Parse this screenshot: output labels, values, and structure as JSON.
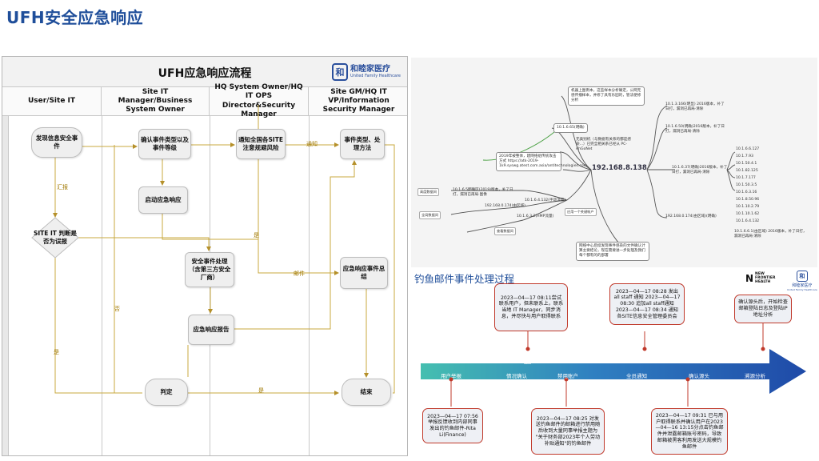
{
  "page": {
    "title": "UFH安全应急响应"
  },
  "flow": {
    "title": "UFH应急响应流程",
    "logo": {
      "mark": "和",
      "cn": "和睦家医疗",
      "en": "United Family Healthcare"
    },
    "lanes": [
      "User/Site IT",
      "Site IT Manager/Business System Owner",
      "HQ System Owner/HQ IT OPS Director&Security Manager",
      "Site GM/HQ IT VP/Information Security Manager"
    ],
    "nodes": {
      "discover": "发现信息安全事件",
      "classify": "确认事件类型以及事件等级",
      "notify": "通知全国各SITE注意规避风险",
      "type_handle": "事件类型、处理方法",
      "start": "启动应急响应",
      "decide": "SITE IT 判断是否为误报",
      "handle": "安全事件处理（含第三方安全厂商）",
      "summary": "应急响应事件总结",
      "report": "应急响应报告",
      "judge": "判定",
      "end": "结束"
    },
    "labels": {
      "report_up": "汇报",
      "notify_edge": "通知",
      "yes1": "是",
      "email": "邮件",
      "no": "否",
      "yes2": "是",
      "yes3": "是"
    }
  },
  "mindmap": {
    "center": "192.168.8.138",
    "top_note": "机器上图例本，这些样本分析确定，公网无感传播样本，并修了具有乐园的，管法便修分析",
    "left_nodes": [
      "10.1.6.65(明确)",
      "无类别机（与数据有关系的都是感染...）已完全相关系已经从 PC-AhGoNet",
      "2019年被整体，建网络组传统攻击方式 https://atk-2019-1k9.syswg.atest.com.asia/antitechnologies.com"
    ],
    "mid_left": [
      "高度数据间",
      "全局数据间",
      "查看数据间"
    ],
    "mid_left_links": [
      "10.1.6.5明确区(2019)版本，补了日打，漏洞已再局·图像",
      "10.1.6.4.132(手动流量)",
      "192.168.0.174(由区域)",
      "10.1.6.3.2(HMP流量)"
    ],
    "branch_label": "应用一个关键帐户",
    "right_groups": [
      {
        "head": "10.1.3.166(明显) 2016版本，补了日打，漏洞已再局·清除"
      },
      {
        "head": "10.1.6.50(明确)2016版本，补了日打，漏洞已再局·清除"
      },
      {
        "head": "10.1.6.37(明确)2016版本，补了日打，漏洞已再局·清除"
      },
      {
        "head": "192.168.0.174(由区域)(明确)"
      }
    ],
    "ip_list": [
      "10.1.6.6.127",
      "10.1.7.93",
      "10.1.50.4.1",
      "10.1.82.125",
      "10.1.7.177",
      "10.1.50.3.5",
      "10.1.6.3.16",
      "10.1.8.50.96",
      "10.1.10.2.79",
      "10.1.10.1.62",
      "10.1.6.4.132"
    ],
    "bottom_right": "10.1.6.6.1(由区域) 2016版本，补了日打，漏洞已再局·清除",
    "bottom_note": "网络中心后续发现事件感染的文件确认计算主要结论，现在需要进一步处理及我们每个都有的的部署"
  },
  "timeline": {
    "title": "钓鱼邮件事件处理过程",
    "brand1": {
      "mark": "N",
      "line1": "NEW",
      "line2": "FRONTIER",
      "line3": "HEALTH"
    },
    "brand2": {
      "mark": "和",
      "cn": "和睦家医疗",
      "en": "United Family Healthcare"
    },
    "steps": [
      "用户举报",
      "情况确认",
      "禁用账户",
      "全员通知",
      "确认源头",
      "溯源分析"
    ],
    "notes": {
      "n1": "2023—04—17 07:56 举报反馈收到内部同事发出的钓鱼邮件-Rita Li(Finance)",
      "n2": "2023—04—17 08:11尝试联系用户，但未联系上，联系当地 IT Manager，同步消息，并尽快与用户取得联系",
      "n3": "2023—04—17 08:25 对发送钓鱼邮件的邮箱进行禁用随后收到大量同事举报主题为 \"关于财务部2023年个人劳动补贴通知\"的钓鱼邮件",
      "n4": "2023—04—17 08:28 发出all staff 通知 2023—04—17 08:30 追加all staff通知 2023—04—17 08:34 通知各SITE信息安全管理委员会",
      "n5": "2023—04—17 09:31 已与用户取得联系并确认用户在2023—04—16 13:15分点击钓鱼邮件并泄露邮箱账号密码，导致邮箱被黑客利用发送大规模钓鱼邮件",
      "n6": "确认源头后，开始检查邮箱登陆日志及登陆IP地址分析"
    }
  }
}
